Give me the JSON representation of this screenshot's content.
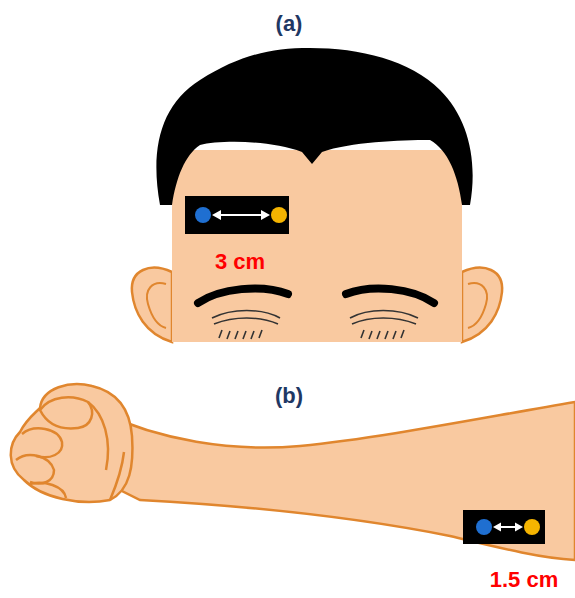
{
  "diagram": {
    "labels": [
      "(a)",
      "3 cm",
      "(b)",
      "1.5 cm"
    ]
  }
}
